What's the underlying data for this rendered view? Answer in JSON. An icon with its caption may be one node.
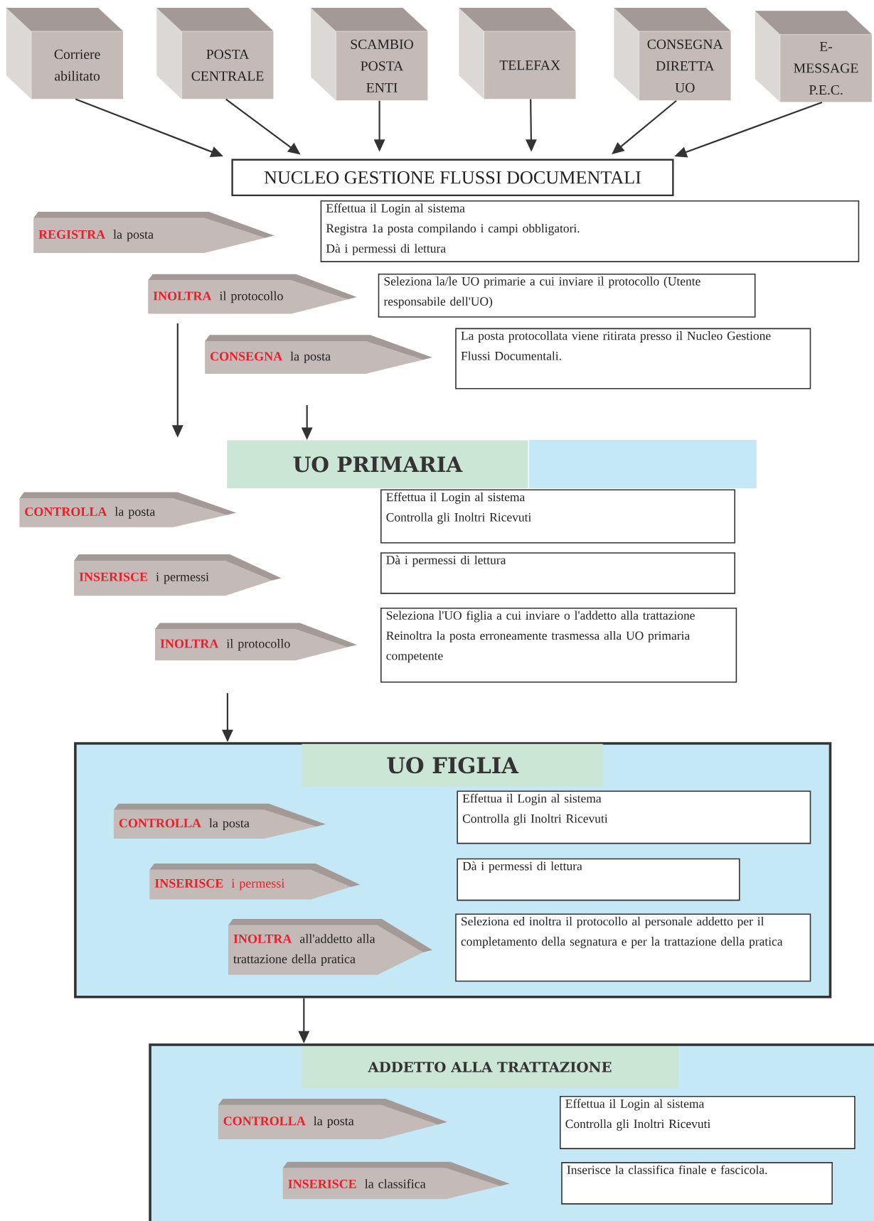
{
  "diagram": {
    "nodes": [
      {
        "text": [
          "Corriere abilitato"
        ]
      },
      {
        "text": [
          "POSTA CENTRALE"
        ]
      },
      {
        "text": [
          "SCAMBIO POSTA ENTI"
        ]
      },
      {
        "text": [
          "TELEFAX"
        ]
      },
      {
        "text": [
          "CONSEGNA DIRETTA UO"
        ]
      },
      {
        "text": [
          "E-MESSAGE P.E.C."
        ]
      },
      {
        "text": [
          "NUCLEO GESTIONE FLUSSI DOCUMENTALI"
        ]
      },
      {
        "text": [
          "REGISTRA",
          "la posta"
        ]
      },
      {
        "text": [
          "Effettua il Login al sistema",
          "Registra 1a posta compilando i campi obbligatori.",
          "Dà i permessi di lettura"
        ]
      },
      {
        "text": [
          "INOLTRA",
          "il protocollo"
        ]
      },
      {
        "text": [
          "Seleziona la/le UO primarie a cui inviare il protocollo (Utente responsabile dell'UO)"
        ]
      },
      {
        "text": [
          "CONSEGNA",
          "la posta"
        ]
      },
      {
        "text": [
          "La posta protocollata viene ritirata presso il Nucleo Gestione Flussi Documentali."
        ]
      },
      {
        "text": [
          "UO PRIMARIA"
        ]
      },
      {
        "text": [
          "CONTROLLA",
          "la posta"
        ]
      },
      {
        "text": [
          "Effettua il Login al sistema",
          "Controlla gli Inoltri Ricevuti"
        ]
      },
      {
        "text": [
          "INSERISCE",
          "i permessi"
        ]
      },
      {
        "text": [
          "Dà i permessi di lettura"
        ]
      },
      {
        "text": [
          "INOLTRA",
          "il protocollo"
        ]
      },
      {
        "text": [
          "Seleziona l'UO figlia a cui inviare o l'addetto alla trattazione",
          "Reinoltra la posta erroneamente trasmessa alla UO primaria competente"
        ]
      },
      {
        "text": [],
        "shape": "box"
      },
      {
        "text": [
          "UO FIGLIA"
        ],
        "in": 20
      },
      {
        "text": [
          "CONTROLLA",
          "la posta"
        ],
        "in": 20
      },
      {
        "text": [
          "Effettua il Login al sistema",
          "Controlla gli Inoltri Ricevuti"
        ],
        "in": 20
      },
      {
        "text": [
          "INSERISCE",
          "i permessi"
        ],
        "in": 20
      },
      {
        "text": [
          "Dà i permessi di lettura"
        ],
        "in": 20
      },
      {
        "text": [
          "INOLTRA",
          "all'addetto alla trattazione della pratica"
        ],
        "in": 20
      },
      {
        "text": [
          "Seleziona ed inoltra il protocollo al personale addetto per il completamento della segnatura e per la trattazione della pratica"
        ],
        "in": 20
      },
      {
        "text": [],
        "shape": "box"
      },
      {
        "text": [
          "ADDETTO ALLA TRATTAZIONE"
        ],
        "in": 28
      },
      {
        "text": [
          "CONTROLLA",
          "la posta"
        ],
        "in": 28
      },
      {
        "text": [
          "Effettua il Login al sistema",
          "Controlla gli Inoltri Ricevuti"
        ],
        "in": 28
      },
      {
        "text": [
          "INSERISCE",
          "la classifica"
        ],
        "in": 28
      },
      {
        "text": [
          "Inserisce la classifica finale e fascicola."
        ],
        "in": 28
      }
    ],
    "edges": [
      {
        "from": 0,
        "to": 6,
        "arrow": "to"
      },
      {
        "from": 1,
        "to": 6,
        "arrow": "to"
      },
      {
        "from": 2,
        "to": 6,
        "arrow": "to"
      },
      {
        "from": 3,
        "to": 6,
        "arrow": "to"
      },
      {
        "from": 4,
        "to": 6,
        "arrow": "to"
      },
      {
        "from": 5,
        "to": 6,
        "arrow": "to"
      },
      {
        "from": 9,
        "to": null,
        "arrow": "to"
      },
      {
        "from": 11,
        "to": 13,
        "arrow": "to"
      },
      {
        "from": 18,
        "to": 20,
        "arrow": "to"
      },
      {
        "from": 20,
        "to": 28,
        "arrow": "to"
      }
    ]
  }
}
